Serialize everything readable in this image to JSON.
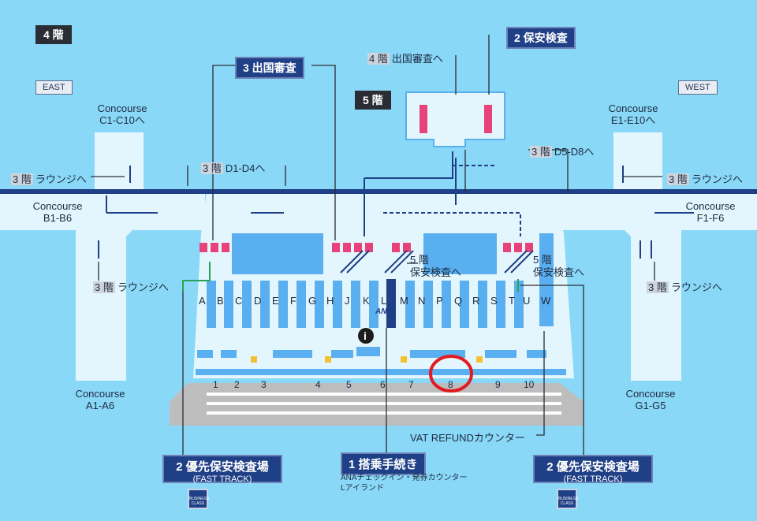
{
  "floor4_label": "4 階",
  "floor5_label": "5 階",
  "east_label": "EAST",
  "west_label": "WEST",
  "concourses": {
    "c": "Concourse\nC1-C10へ",
    "e": "Concourse\nE1-E10へ",
    "b": "Concourse\nB1-B6",
    "f": "Concourse\nF1-F6",
    "a": "Concourse\nA1-A6",
    "g": "Concourse\nG1-G5"
  },
  "lounge_3f": "ラウンジへ",
  "floor3_chip": "3 階",
  "floor4_chip": "4 階",
  "d1_d4": "D1-D4へ",
  "d5_d8": "D5-D8へ",
  "immigration_4f": "出国審査へ",
  "security_5f_line1": "5 階",
  "security_5f_line2": "保安検査へ",
  "tag_immigration": "3 出国審査",
  "tag_security": "2 保安検査",
  "tag_priority_left_main": "2 優先保安検査場",
  "tag_priority_left_sub": "(FAST TRACK)",
  "tag_priority_right_main": "2 優先保安検査場",
  "tag_priority_right_sub": "(FAST TRACK)",
  "tag_checkin": "1 搭乗手続き",
  "checkin_sub_line1": "ANAチェックイン・発券カウンター",
  "checkin_sub_line2": "Lアイランド",
  "vat_refund": "VAT REFUNDカウンター",
  "ana_logo": "ANA",
  "info_icon": "i",
  "business_class": "BUSINESS CLASS",
  "counter_letters": [
    "A",
    "B",
    "C",
    "D",
    "E",
    "F",
    "G",
    "H",
    "J",
    "K",
    "L",
    "M",
    "N",
    "P",
    "Q",
    "R",
    "S",
    "T",
    "U",
    "W"
  ],
  "gate_numbers": [
    "1",
    "2",
    "3",
    "4",
    "5",
    "6",
    "7",
    "8",
    "9",
    "10"
  ],
  "colors": {
    "background": "#8ad8f7",
    "floor": "#e4f6fd",
    "counter": "#5aaff0",
    "navy": "#1f3f86",
    "highlight_circle": "#e11b22",
    "security_gate": "#e8427a"
  }
}
